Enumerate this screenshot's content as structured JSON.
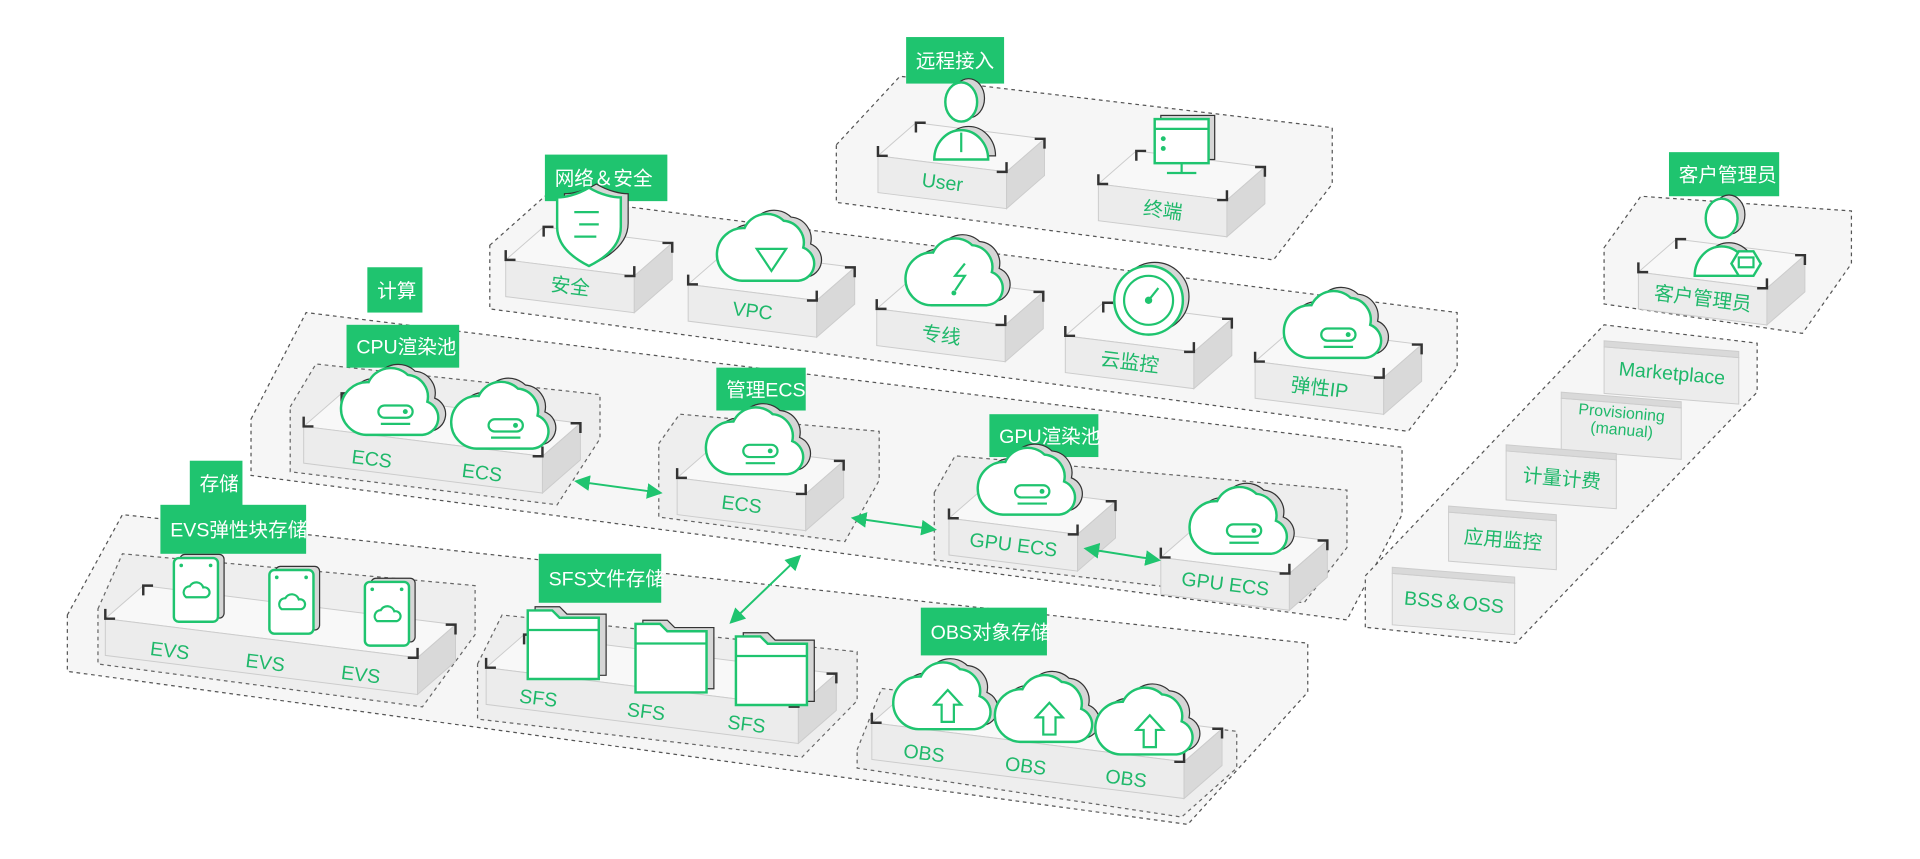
{
  "accent_color": "#1fc46f",
  "remote_access": {
    "label": "远程接入",
    "items": [
      {
        "label": "User",
        "icon": "user-icon"
      },
      {
        "label": "终端",
        "icon": "terminal-icon"
      }
    ]
  },
  "network": {
    "label": "网络＆安全",
    "items": [
      {
        "label": "安全",
        "icon": "shield-icon"
      },
      {
        "label": "VPC",
        "icon": "vpc-cloud-icon"
      },
      {
        "label": "专线",
        "icon": "direct-connect-icon"
      },
      {
        "label": "云监控",
        "icon": "gauge-icon"
      },
      {
        "label": "弹性IP",
        "icon": "cloud-server-icon"
      }
    ]
  },
  "compute": {
    "label": "计算",
    "cpu_pool": {
      "label": "CPU渲染池",
      "items": [
        {
          "label": "ECS",
          "icon": "cloud-server-icon"
        },
        {
          "label": "ECS",
          "icon": "cloud-server-icon"
        }
      ]
    },
    "mgmt": {
      "label": "管理ECS",
      "items": [
        {
          "label": "ECS",
          "icon": "cloud-server-icon"
        }
      ]
    },
    "gpu_pool": {
      "label": "GPU渲染池",
      "items": [
        {
          "label": "GPU ECS",
          "icon": "cloud-server-icon"
        },
        {
          "label": "GPU ECS",
          "icon": "cloud-server-icon"
        }
      ]
    }
  },
  "storage": {
    "label": "存储",
    "evs": {
      "label": "EVS弹性块存储",
      "items": [
        {
          "label": "EVS"
        },
        {
          "label": "EVS"
        },
        {
          "label": "EVS"
        }
      ]
    },
    "sfs": {
      "label": "SFS文件存储",
      "items": [
        {
          "label": "SFS"
        },
        {
          "label": "SFS"
        },
        {
          "label": "SFS"
        }
      ]
    },
    "obs": {
      "label": "OBS对象存储",
      "items": [
        {
          "label": "OBS"
        },
        {
          "label": "OBS"
        },
        {
          "label": "OBS"
        }
      ]
    }
  },
  "admin": {
    "label": "客户管理员",
    "item_label": "客户管理员",
    "icon": "admin-user-icon"
  },
  "services": [
    "Marketplace",
    "Provisioning",
    "(manual)",
    "计量计费",
    "应用监控",
    "BSS＆OSS"
  ]
}
